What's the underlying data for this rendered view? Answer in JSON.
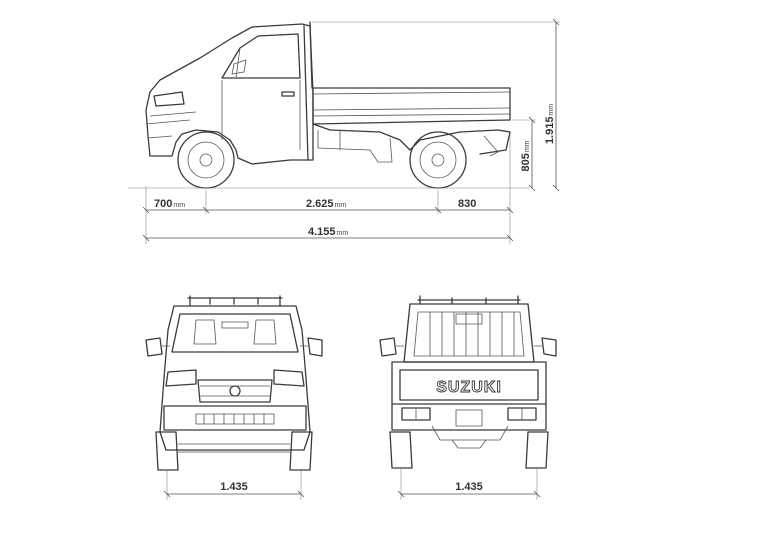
{
  "dimensions": {
    "front_overhang": {
      "value": "700",
      "unit": "mm"
    },
    "wheelbase": {
      "value": "2.625",
      "unit": "mm"
    },
    "rear_overhang": {
      "value": "830",
      "unit": ""
    },
    "overall_length": {
      "value": "4.155",
      "unit": "mm"
    },
    "overall_height": {
      "value": "1.915",
      "unit": "mm"
    },
    "bed_height": {
      "value": "805",
      "unit": "mm"
    },
    "front_track": {
      "value": "1.435",
      "unit": ""
    },
    "rear_track": {
      "value": "1.435",
      "unit": ""
    }
  },
  "branding": {
    "tailgate_logo": "SUZUKI"
  }
}
